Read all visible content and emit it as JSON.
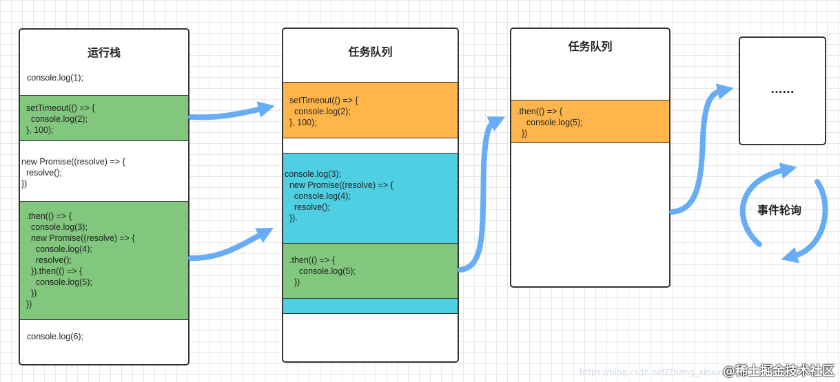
{
  "call_stack": {
    "title": "运行栈",
    "line1": "console.log(1);",
    "settimeout": "setTimeout(() => {\n  console.log(2);\n}, 100);",
    "promise": "new Promise((resolve) => {\n  resolve();\n})",
    "then": ".then(() => {\n  console.log(3);\n  new Promise((resolve) => {\n    console.log(4);\n    resolve();\n  }).then(() => {\n    console.log(5);\n  })\n})",
    "line6": "console.log(6);"
  },
  "task_queue_1": {
    "title": "任务队列",
    "settimeout": "setTimeout(() => {\n  console.log(2);\n}, 100);",
    "microtask": "console.log(3);\n  new Promise((resolve) => {\n    console.log(4);\n    resolve();\n  }).",
    "then": ".then(() => {\n    console.log(5);\n  })"
  },
  "task_queue_2": {
    "title": "任务队列",
    "then": ".then(() => {\n    console.log(5);\n  })"
  },
  "next_box": {
    "label": "......"
  },
  "event_loop": {
    "label": "事件轮询"
  },
  "watermark": {
    "url": "https://blog.csdn.net/Zheng_xinxin",
    "text": "@稀土掘金技术社区"
  },
  "colors": {
    "green": "#82c77e",
    "orange": "#feb64c",
    "cyan": "#4ecfe2",
    "arrow": "#66acf6"
  }
}
